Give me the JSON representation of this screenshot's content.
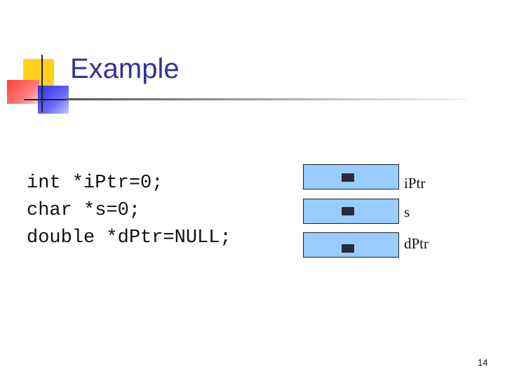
{
  "slide": {
    "title": "Example",
    "code_lines": [
      "int *iPtr=0;",
      "char *s=0;",
      "double *dPtr=NULL;"
    ],
    "memory_cells": [
      {
        "label": "iPtr"
      },
      {
        "label": "s"
      },
      {
        "label": "dPtr"
      }
    ],
    "page_number": "14"
  },
  "colors": {
    "title": "#333399",
    "cell_fill": "#99ccff",
    "pointer_mark": "#2b2b3a"
  }
}
